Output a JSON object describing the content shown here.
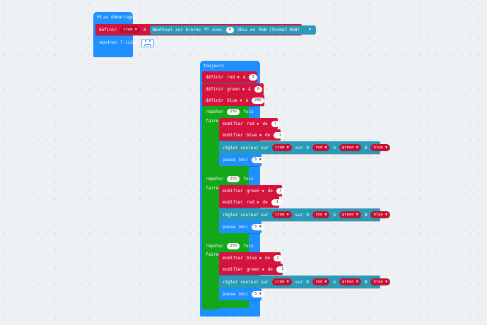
{
  "on_start": {
    "hat_label": "au démarrage",
    "define": {
      "label": "définir",
      "var": "item",
      "to": "à",
      "neopixel_label": "NeoPixel sur broche",
      "pin": "P0",
      "with": "avec",
      "count": "8",
      "leds_label": "DELs en",
      "mode": "RGB (format RGB)"
    },
    "show_icon_label": "montrer l'icône",
    "icon": "sad-icon"
  },
  "forever": {
    "hat_label": "toujours",
    "sets": [
      {
        "label": "définir",
        "var": "red",
        "to": "à",
        "value": "0"
      },
      {
        "label": "définir",
        "var": "green",
        "to": "à",
        "value": "0"
      },
      {
        "label": "définir",
        "var": "blue",
        "to": "à",
        "value": "255"
      }
    ],
    "loops": [
      {
        "repeat_label": "répéter",
        "count": "255",
        "times": "fois",
        "do_label": "faire",
        "change1": {
          "label": "modifier",
          "var": "red",
          "by": "de",
          "value": "1"
        },
        "change2": {
          "label": "modifier",
          "var": "blue",
          "by": "de",
          "value": "-1"
        },
        "set_color": {
          "label": "régler couleur sur",
          "strip": "item",
          "on": "sur",
          "r": "R",
          "rv": "red",
          "g": "G",
          "gv": "green",
          "b": "B",
          "bv": "blue"
        },
        "pause": {
          "label": "pause (ms)",
          "value": "5"
        }
      },
      {
        "repeat_label": "répéter",
        "count": "255",
        "times": "fois",
        "do_label": "faire",
        "change1": {
          "label": "modifier",
          "var": "green",
          "by": "de",
          "value": "1"
        },
        "change2": {
          "label": "modifier",
          "var": "red",
          "by": "de",
          "value": "-1"
        },
        "set_color": {
          "label": "régler couleur sur",
          "strip": "item",
          "on": "sur",
          "r": "R",
          "rv": "red",
          "g": "G",
          "gv": "green",
          "b": "B",
          "bv": "blue"
        },
        "pause": {
          "label": "pause (ms)",
          "value": "5"
        }
      },
      {
        "repeat_label": "répéter",
        "count": "255",
        "times": "fois",
        "do_label": "faire",
        "change1": {
          "label": "modifier",
          "var": "blue",
          "by": "de",
          "value": "1"
        },
        "change2": {
          "label": "modifier",
          "var": "green",
          "by": "de",
          "value": "-1"
        },
        "set_color": {
          "label": "régler couleur sur",
          "strip": "item",
          "on": "sur",
          "r": "R",
          "rv": "red",
          "g": "G",
          "gv": "green",
          "b": "B",
          "bv": "blue"
        },
        "pause": {
          "label": "pause (ms)",
          "value": "5"
        }
      }
    ]
  },
  "colors": {
    "event_blue": "#1e90ff",
    "variable_red": "#d4143c",
    "neopixel_teal": "#2b99b8",
    "loop_green": "#12a81a"
  }
}
